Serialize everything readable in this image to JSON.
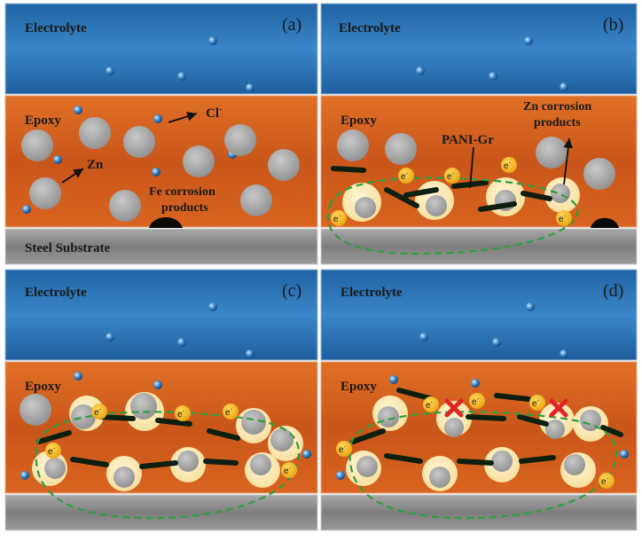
{
  "panels": [
    {
      "letter": "(a)",
      "electrolyte": "Electrolyte",
      "coating": "Epoxy",
      "substrate": "Steel Substrate",
      "annotations": {
        "zn": "Zn",
        "cl": "Cl",
        "cl_sup": "-",
        "fe_line1": "Fe corrosion",
        "fe_line2": "products"
      }
    },
    {
      "letter": "(b)",
      "electrolyte": "Electrolyte",
      "coating": "Epoxy",
      "annotations": {
        "pani": "PANI-Gr",
        "zn_line1": "Zn corrosion",
        "zn_line2": "products"
      }
    },
    {
      "letter": "(c)",
      "electrolyte": "Electrolyte",
      "coating": "Epoxy"
    },
    {
      "letter": "(d)",
      "electrolyte": "Electrolyte",
      "coating": "Epoxy"
    }
  ],
  "electron_label": "e",
  "electron_sup": "-",
  "colors": {
    "electrolyte": "#2b74b8",
    "epoxy": "#d2601f",
    "steel": "#8a8a8a",
    "zn_particle": "#a8a8a8",
    "halo": "#fbeab0",
    "electron": "#f4b41a",
    "pani": "#0d1f10",
    "path": "#2e9e3e",
    "block": "#e02424"
  }
}
